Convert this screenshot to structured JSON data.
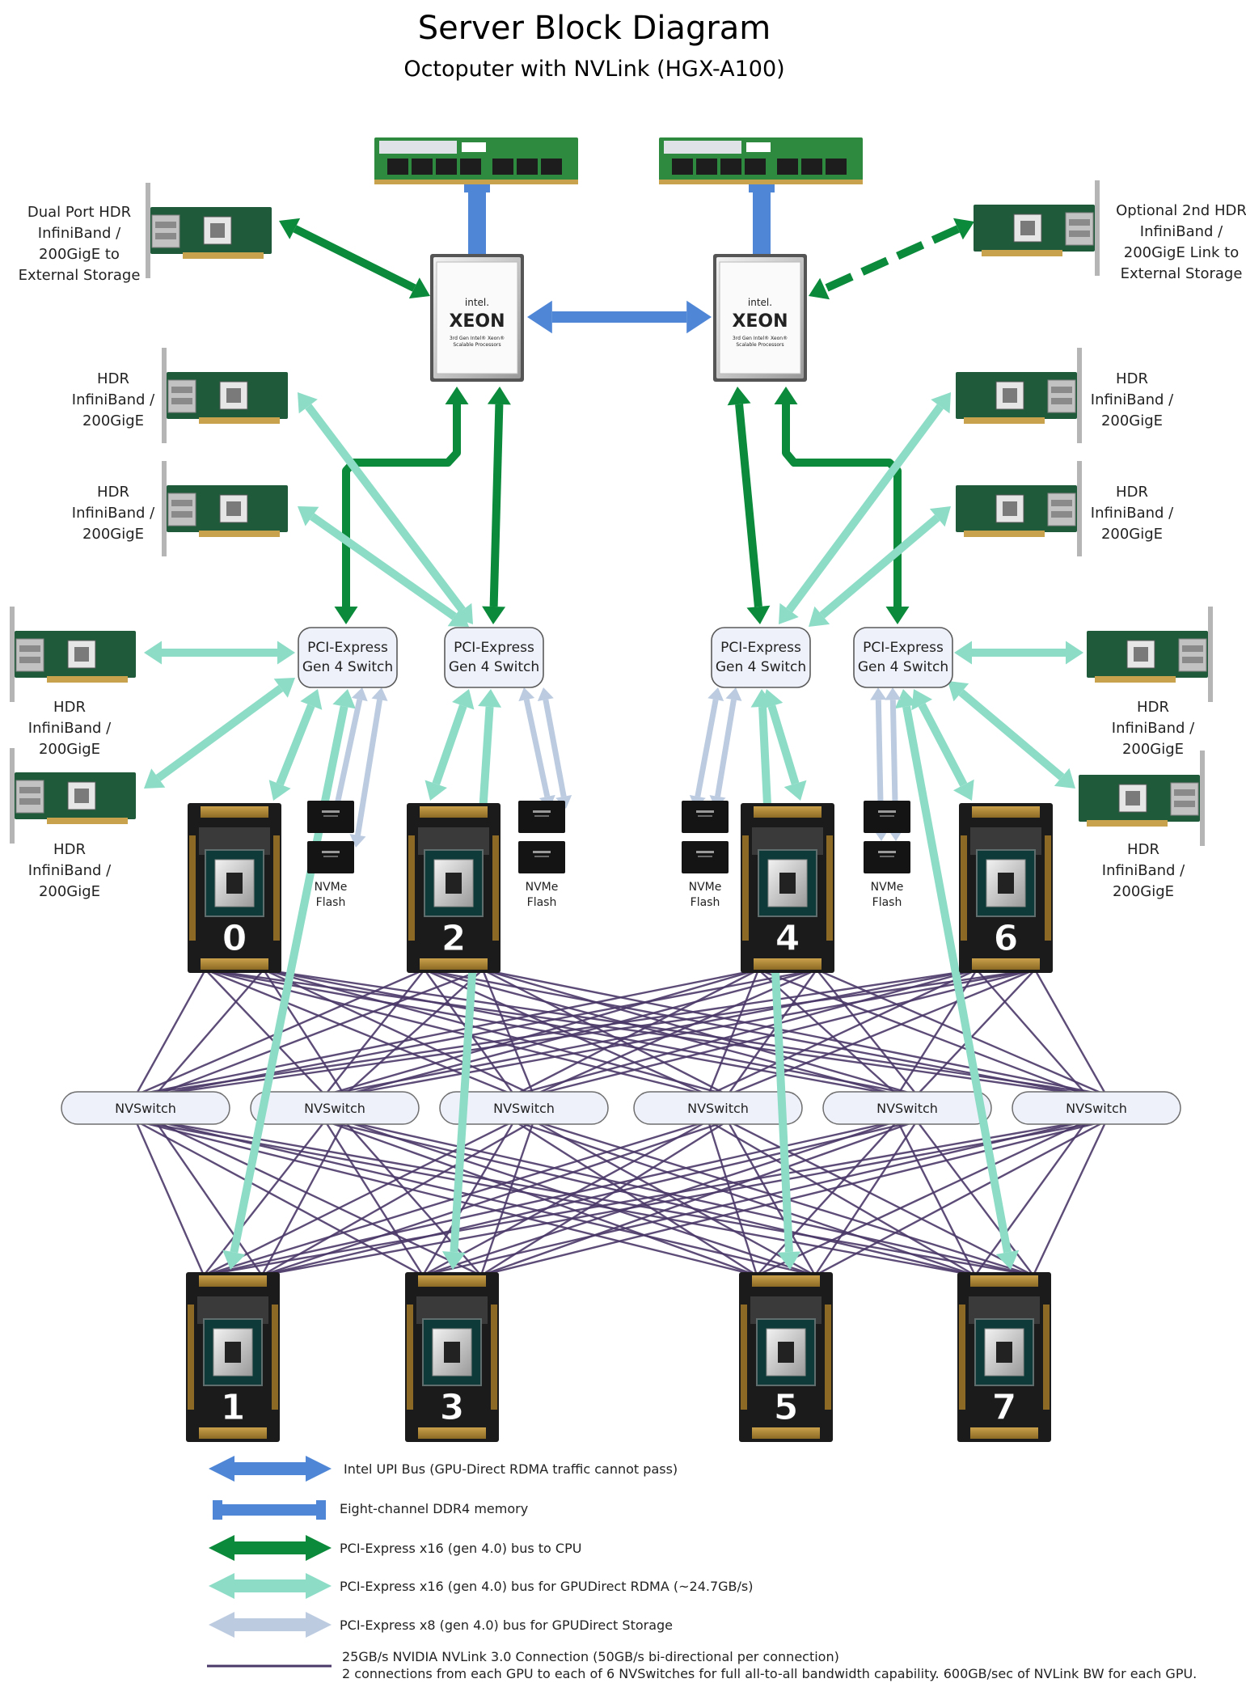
{
  "title": "Server Block Diagram",
  "subtitle": "Octoputer with NVLink (HGX-A100)",
  "cpus": [
    {
      "brand": "intel.",
      "name": "XEON",
      "sub1": "3rd Gen Intel® Xeon®",
      "sub2": "Scalable Processors"
    },
    {
      "brand": "intel.",
      "name": "XEON",
      "sub1": "3rd Gen Intel® Xeon®",
      "sub2": "Scalable Processors"
    }
  ],
  "storage_nics": {
    "left": [
      "Dual Port HDR",
      "InfiniBand /",
      "200GigE to",
      "External Storage"
    ],
    "right": [
      "Optional 2nd HDR",
      "InfiniBand /",
      "200GigE Link to",
      "External Storage"
    ]
  },
  "hdr_label": [
    "HDR",
    "InfiniBand /",
    "200GigE"
  ],
  "pcie_switch_label": [
    "PCI-Express",
    "Gen 4 Switch"
  ],
  "nvme_label": [
    "NVMe",
    "Flash"
  ],
  "gpu_numbers": [
    "0",
    "2",
    "4",
    "6",
    "1",
    "3",
    "5",
    "7"
  ],
  "nvswitch_label": "NVSwitch",
  "legend": [
    {
      "text": "Intel UPI Bus (GPU-Direct RDMA traffic cannot pass)",
      "color": "#4f86d6",
      "style": "double-arrow"
    },
    {
      "text": "Eight-channel DDR4 memory",
      "color": "#4f86d6",
      "style": "bar"
    },
    {
      "text": "PCI-Express x16 (gen 4.0) bus to CPU",
      "color": "#0a8a3a",
      "style": "double-arrow"
    },
    {
      "text": "PCI-Express x16 (gen 4.0) bus for GPUDirect RDMA (~24.7GB/s)",
      "color": "#8ddcc6",
      "style": "double-arrow"
    },
    {
      "text": "PCI-Express x8 (gen 4.0) bus for GPUDirect Storage",
      "color": "#bccbe0",
      "style": "double-arrow"
    },
    {
      "text": "25GB/s NVIDIA NVLink 3.0 Connection (50GB/s bi-directional per connection)",
      "color": "#4a3868",
      "style": "line"
    },
    {
      "text": "2 connections from each GPU to each of 6 NVSwitches for full all-to-all bandwidth capability. 600GB/sec of NVLink BW for each GPU.",
      "color": "#4a3868",
      "style": "none"
    }
  ],
  "colors": {
    "upi": "#4f86d6",
    "cpu_pcie": "#0a8a3a",
    "rdma": "#8ddcc6",
    "storage": "#bccbe0",
    "nvlink": "#4a3868",
    "switch_fill": "#eef0fa"
  }
}
